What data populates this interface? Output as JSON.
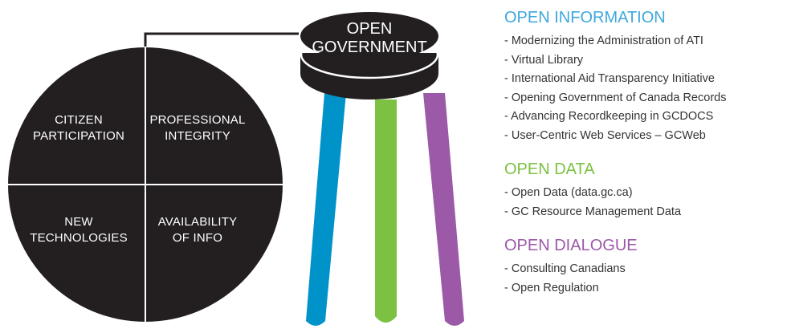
{
  "colors": {
    "dark": "#231f20",
    "blue": "#0093c9",
    "green": "#7cc142",
    "purple": "#9b59a8",
    "section_heading": "#3ea8dc",
    "line_text": "#333333"
  },
  "stool": {
    "seat_label": [
      "OPEN",
      "GOVERNMENT"
    ],
    "legs": [
      {
        "id": "blue",
        "color": "#0093c9"
      },
      {
        "id": "green",
        "color": "#7cc142"
      },
      {
        "id": "purple",
        "color": "#9b59a8"
      }
    ]
  },
  "circle": {
    "quadrants": [
      {
        "id": "citizen",
        "lines": [
          "CITIZEN",
          "PARTICIPATION"
        ]
      },
      {
        "id": "integrity",
        "lines": [
          "PROFESSIONAL",
          "INTEGRITY"
        ]
      },
      {
        "id": "technologies",
        "lines": [
          "NEW",
          "TECHNOLOGIES"
        ]
      },
      {
        "id": "availability",
        "lines": [
          "AVAILABILITY",
          "OF INFO"
        ]
      }
    ]
  },
  "sections": [
    {
      "id": "open-information",
      "title": "OPEN INFORMATION",
      "color": "#3ea8dc",
      "items": [
        "- Modernizing the Administration of ATI",
        "- Virtual Library",
        "- International Aid Transparency Initiative",
        "- Opening Government of Canada Records",
        "- Advancing Recordkeeping in GCDOCS",
        "- User-Centric Web Services – GCWeb"
      ]
    },
    {
      "id": "open-data",
      "title": "OPEN DATA",
      "color": "#7cc142",
      "items": [
        "- Open Data (data.gc.ca)",
        "- GC Resource Management Data"
      ]
    },
    {
      "id": "open-dialogue",
      "title": "OPEN DIALOGUE",
      "color": "#9b59a8",
      "items": [
        "- Consulting Canadians",
        "- Open Regulation"
      ]
    }
  ]
}
